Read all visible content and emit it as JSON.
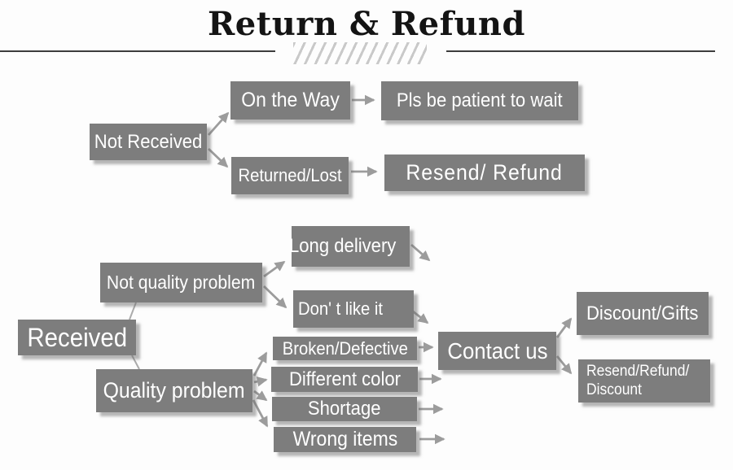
{
  "title": "Return & Refund",
  "colors": {
    "box_fill": "#7d7d7d",
    "box_text": "#ffffff",
    "arrow": "#9c9c9c",
    "connector": "#ababab",
    "title_text": "#141414",
    "rule": "#3d3d3d",
    "hatch": "#c9c9c9",
    "background": "#fdfdfd"
  },
  "nodes": {
    "not_received": "Not Received",
    "on_the_way": "On the Way",
    "pls_wait": "Pls be patient to wait",
    "returned_lost": "Returned/Lost",
    "resend_refund": "Resend/ Refund",
    "received": "Received",
    "not_quality_problem": "Not quality problem",
    "quality_problem": "Quality problem",
    "long_delivery": "Long delivery",
    "dont_like_it": "Don' t like it",
    "broken_defective": "Broken/Defective",
    "different_color": "Different color",
    "shortage": "Shortage",
    "wrong_items": "Wrong items",
    "contact_us": "Contact us",
    "discount_gifts": "Discount/Gifts",
    "resend_refund_discount_line1": "Resend/Refund/",
    "resend_refund_discount_line2": "Discount"
  },
  "edges": [
    {
      "from": "Not Received",
      "to": "On the Way"
    },
    {
      "from": "Not Received",
      "to": "Returned/Lost"
    },
    {
      "from": "On the Way",
      "to": "Pls be patient to wait"
    },
    {
      "from": "Returned/Lost",
      "to": "Resend/ Refund"
    },
    {
      "from": "Received",
      "to": "Not quality problem"
    },
    {
      "from": "Received",
      "to": "Quality problem"
    },
    {
      "from": "Not quality problem",
      "to": "Long delivery"
    },
    {
      "from": "Not quality problem",
      "to": "Don' t like it"
    },
    {
      "from": "Long delivery",
      "to": "Contact us"
    },
    {
      "from": "Don' t like it",
      "to": "Contact us"
    },
    {
      "from": "Quality problem",
      "to": "Broken/Defective"
    },
    {
      "from": "Quality problem",
      "to": "Different color"
    },
    {
      "from": "Quality problem",
      "to": "Shortage"
    },
    {
      "from": "Quality problem",
      "to": "Wrong items"
    },
    {
      "from": "Broken/Defective",
      "to": "Contact us"
    },
    {
      "from": "Different color",
      "to": "Contact us"
    },
    {
      "from": "Shortage",
      "to": "Contact us"
    },
    {
      "from": "Wrong items",
      "to": "Contact us"
    },
    {
      "from": "Contact us",
      "to": "Discount/Gifts"
    },
    {
      "from": "Contact us",
      "to": "Resend/Refund/ Discount"
    }
  ]
}
